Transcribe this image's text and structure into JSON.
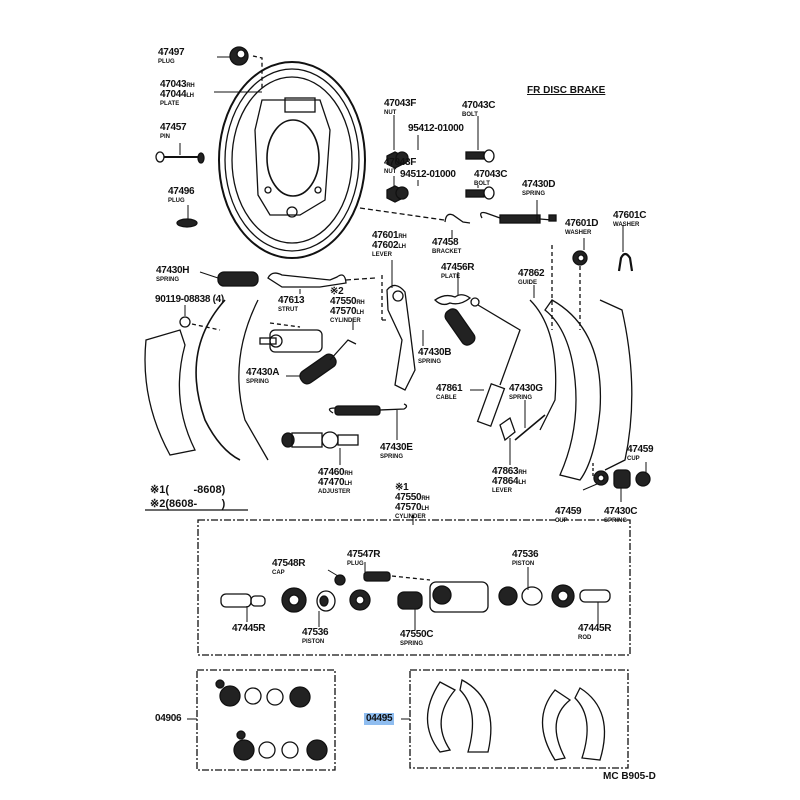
{
  "diagram": {
    "section_title": "FR DISC BRAKE",
    "catalog_code": "MC B905-D",
    "notes": [
      {
        "mark": "※1",
        "range": "(        -8608)"
      },
      {
        "mark": "※2",
        "range": "(8608-        )"
      }
    ],
    "highlight_color": "#8fbdf0",
    "parts": {
      "p47497": {
        "numbers": [
          "47497"
        ],
        "name": "PLUG"
      },
      "p47043": {
        "numbers": [
          "47043",
          "47044"
        ],
        "sides": [
          "RH",
          "LH"
        ],
        "name": "PLATE"
      },
      "p47457": {
        "numbers": [
          "47457"
        ],
        "name": "PIN"
      },
      "p47496": {
        "numbers": [
          "47496"
        ],
        "name": "PLUG"
      },
      "p47043F_a": {
        "numbers": [
          "47043F"
        ],
        "name": "NUT"
      },
      "p47043C_a": {
        "numbers": [
          "47043C"
        ],
        "name": "BOLT"
      },
      "p95412": {
        "numbers": [
          "95412-01000"
        ],
        "name": ""
      },
      "p47043F_b": {
        "numbers": [
          "47043F"
        ],
        "name": "NUT"
      },
      "p94512": {
        "numbers": [
          "94512-01000"
        ],
        "name": ""
      },
      "p47043C_b": {
        "numbers": [
          "47043C"
        ],
        "name": "BOLT"
      },
      "p47430D": {
        "numbers": [
          "47430D"
        ],
        "name": "SPRING"
      },
      "p47601D": {
        "numbers": [
          "47601D"
        ],
        "name": "WASHER"
      },
      "p47601C": {
        "numbers": [
          "47601C"
        ],
        "name": "WASHER"
      },
      "p47601": {
        "numbers": [
          "47601",
          "47602"
        ],
        "sides": [
          "RH",
          "LH"
        ],
        "name": "LEVER"
      },
      "p47458": {
        "numbers": [
          "47458"
        ],
        "name": "BRACKET"
      },
      "p47456R": {
        "numbers": [
          "47456R"
        ],
        "name": "PLATE"
      },
      "p47862": {
        "numbers": [
          "47862"
        ],
        "name": "GUIDE"
      },
      "p47430H": {
        "numbers": [
          "47430H"
        ],
        "name": "SPRING"
      },
      "p90119": {
        "numbers": [
          "90119-08838 (4)"
        ],
        "name": ""
      },
      "p47613": {
        "numbers": [
          "47613"
        ],
        "name": "STRUT"
      },
      "p47550_2": {
        "mark": "※2",
        "numbers": [
          "47550",
          "47570"
        ],
        "sides": [
          "RH",
          "LH"
        ],
        "name": "CYLINDER"
      },
      "p47430A": {
        "numbers": [
          "47430A"
        ],
        "name": "SPRING"
      },
      "p47430B": {
        "numbers": [
          "47430B"
        ],
        "name": "SPRING"
      },
      "p47861": {
        "numbers": [
          "47861"
        ],
        "name": "CABLE"
      },
      "p47430G": {
        "numbers": [
          "47430G"
        ],
        "name": "SPRING"
      },
      "p47430E": {
        "numbers": [
          "47430E"
        ],
        "name": "SPRING"
      },
      "p47460": {
        "numbers": [
          "47460",
          "47470"
        ],
        "sides": [
          "RH",
          "LH"
        ],
        "name": "ADJUSTER"
      },
      "p47863": {
        "numbers": [
          "47863",
          "47864"
        ],
        "sides": [
          "RH",
          "LH"
        ],
        "name": "LEVER"
      },
      "p47459_a": {
        "numbers": [
          "47459"
        ],
        "name": "CUP"
      },
      "p47459_b": {
        "numbers": [
          "47459"
        ],
        "name": "CUP"
      },
      "p47430C": {
        "numbers": [
          "47430C"
        ],
        "name": "SPRING"
      },
      "p47550_1": {
        "mark": "※1",
        "numbers": [
          "47550",
          "47570"
        ],
        "sides": [
          "RH",
          "LH"
        ],
        "name": "CYLINDER"
      },
      "p47548R": {
        "numbers": [
          "47548R"
        ],
        "name": "CAP"
      },
      "p47547R": {
        "numbers": [
          "47547R"
        ],
        "name": "PLUG"
      },
      "p47536_a": {
        "numbers": [
          "47536"
        ],
        "name": "PISTON"
      },
      "p47536_b": {
        "numbers": [
          "47536"
        ],
        "name": "PISTON"
      },
      "p47445R_a": {
        "numbers": [
          "47445R"
        ],
        "name": ""
      },
      "p47445R_b": {
        "numbers": [
          "47445R"
        ],
        "name": "ROD"
      },
      "p47550C": {
        "numbers": [
          "47550C"
        ],
        "name": "SPRING"
      },
      "p04906": {
        "numbers": [
          "04906"
        ],
        "name": ""
      },
      "p04495": {
        "numbers": [
          "04495"
        ],
        "name": "",
        "highlighted": true
      }
    }
  }
}
